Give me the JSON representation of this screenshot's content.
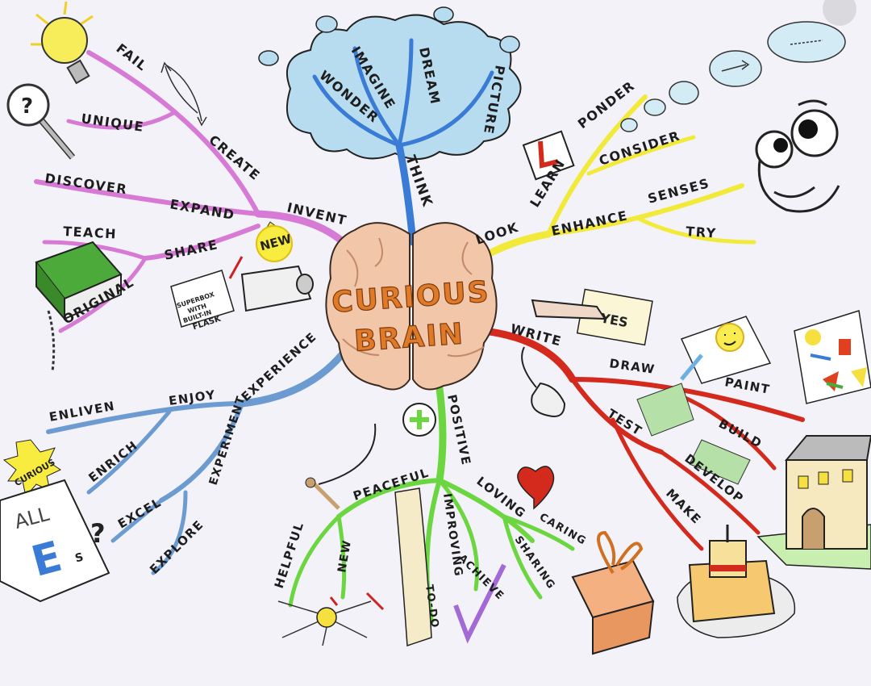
{
  "center": {
    "line1": "CURIOUS",
    "line2": "BRAIN"
  },
  "branches": {
    "think": {
      "root": "THINK",
      "imagine": "IMAGINE",
      "dream": "DREAM",
      "wonder": "WONDER",
      "picture": "PICTURE"
    },
    "invent": {
      "root": "INVENT",
      "create": "CREATE",
      "fail": "FAIL",
      "unique": "UNIQUE",
      "discover": "DISCOVER",
      "expand": "EXPAND",
      "share": "SHARE",
      "teach": "TEACH",
      "original": "ORIGINAL"
    },
    "look": {
      "root": "LOOK",
      "learn": "LEARN",
      "ponder": "PONDER",
      "consider": "CONSIDER",
      "enhance": "ENHANCE",
      "senses": "SENSES",
      "try": "TRY"
    },
    "write": {
      "root": "WRITE",
      "draw": "DRAW",
      "paint": "PAINT",
      "test": "TEST",
      "build": "BUILD",
      "develop": "DEVELOP",
      "make": "MAKE"
    },
    "positive": {
      "root": "POSITIVE",
      "peaceful": "PEACEFUL",
      "helpful": "HELPFUL",
      "new": "NEW",
      "improving": "IMPROVING",
      "todo": "TO-DO",
      "achieve": "ACHIEVE",
      "loving": "LOVING",
      "caring": "CARING",
      "sharing": "SHARING"
    },
    "experience": {
      "root": "EXPERIENCE",
      "enjoy": "ENJOY",
      "enliven": "ENLIVEN",
      "enrich": "ENRICH",
      "experiment": "EXPERIMENT",
      "excel": "EXCEL",
      "explore": "EXPLORE"
    }
  },
  "drawings": {
    "new_badge": "NEW",
    "yes_note": "YES",
    "curious_badge": "CURIOUS",
    "all_card": "ALL",
    "e_card": "E",
    "e_card_sub": "S",
    "thing_label1": "SUPERBOX",
    "thing_label2": "WITH",
    "thing_label3": "BUILT-IN",
    "thing_label4": "FLASK"
  },
  "colors": {
    "think": "#3a7bd5",
    "invent": "#d67ad6",
    "look": "#f2ea3a",
    "write": "#d42a1e",
    "positive": "#6bd640",
    "experience": "#6b9bd0",
    "brain": "#f2c6a8"
  }
}
